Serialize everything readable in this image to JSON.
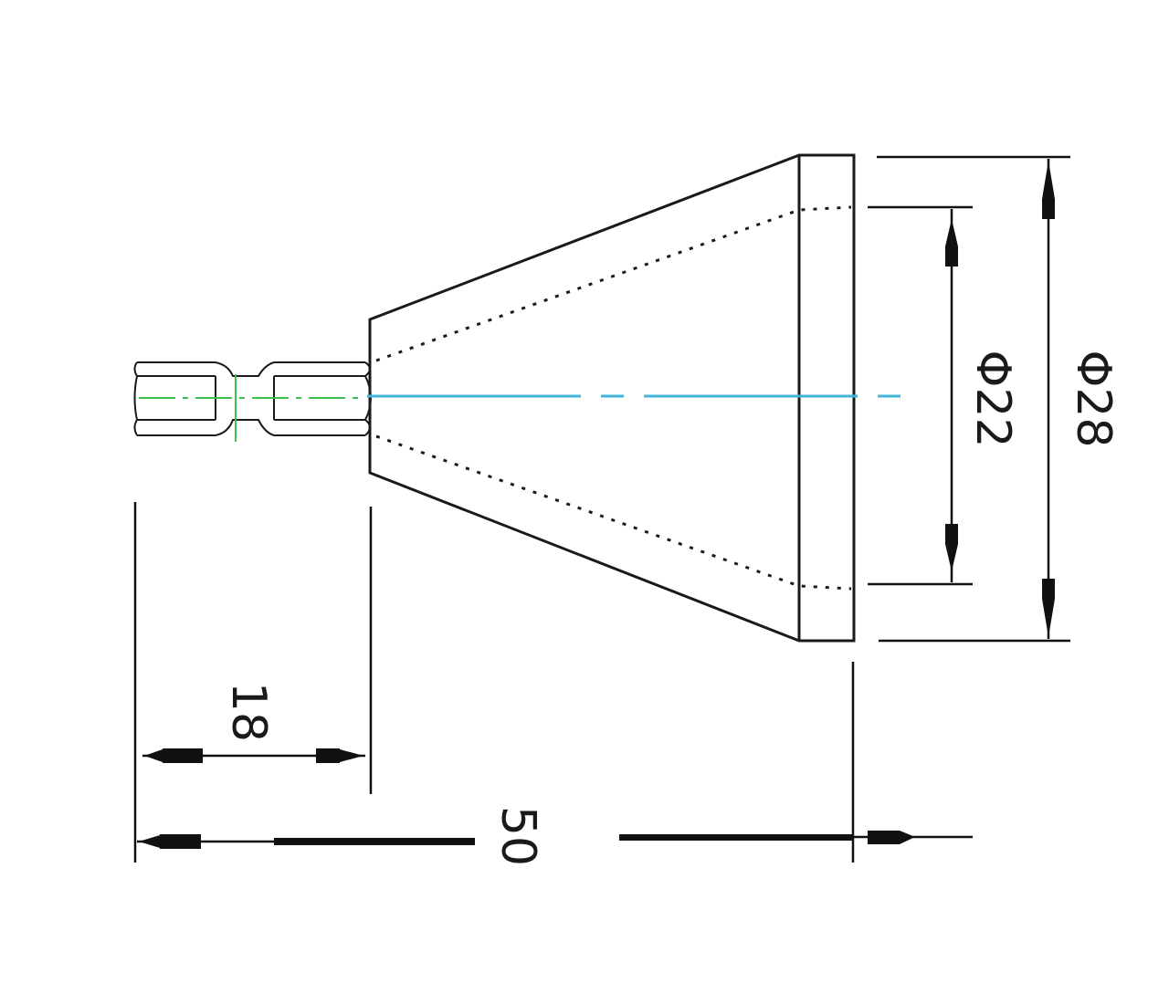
{
  "dimensions": {
    "total_length": "50",
    "shank_length": "18",
    "inner_diameter": "Φ22",
    "outer_diameter": "Φ28"
  },
  "colors": {
    "centerline": "#3fb7d6",
    "shank_centerline": "#3cc24a",
    "line": "#1a1a1a"
  }
}
